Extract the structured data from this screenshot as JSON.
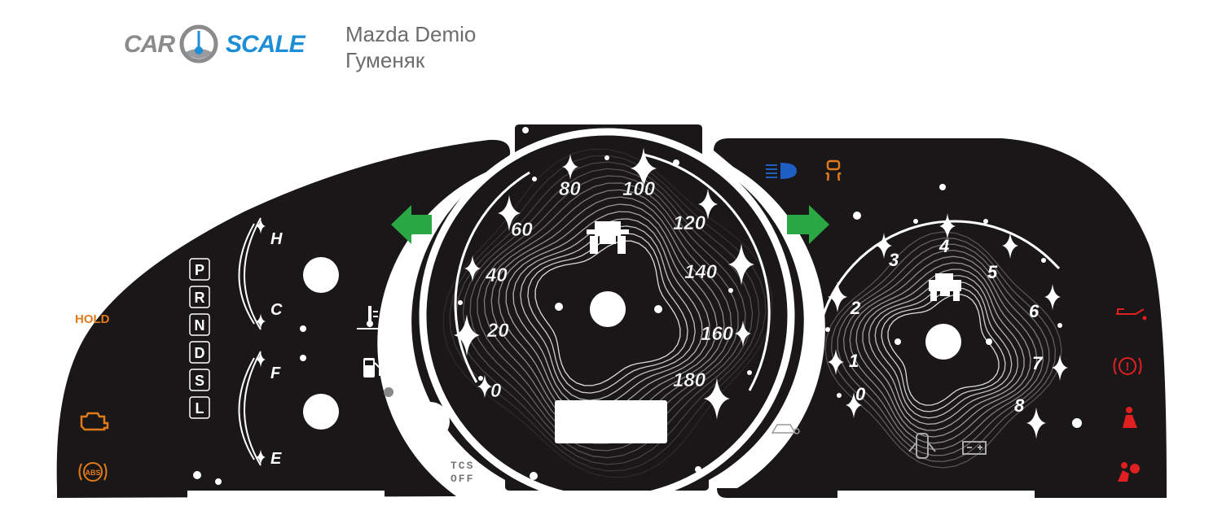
{
  "header": {
    "logo_left": "CAR",
    "logo_right": "SCALE",
    "car_model": "Mazda Demio",
    "author": "Гуменяк"
  },
  "colors": {
    "panel": "#1a1718",
    "green": "#2aa844",
    "orange": "#e07b1a",
    "red": "#e02020",
    "blue": "#1f5fc4",
    "logo_blue": "#1e8fd6"
  },
  "speedometer": {
    "labels": [
      "0",
      "20",
      "40",
      "60",
      "80",
      "100",
      "120",
      "140",
      "160",
      "180"
    ]
  },
  "tachometer": {
    "labels": [
      "0",
      "1",
      "2",
      "3",
      "4",
      "5",
      "6",
      "7",
      "8"
    ]
  },
  "gears": [
    "P",
    "R",
    "N",
    "D",
    "S",
    "L"
  ],
  "temp_gauge": {
    "high": "H",
    "low": "C"
  },
  "fuel_gauge": {
    "full": "F",
    "empty": "E"
  },
  "indicators": {
    "hold": "HOLD",
    "tcs_line1": "TCS",
    "tcs_line2": "OFF",
    "abs": "ABS"
  }
}
